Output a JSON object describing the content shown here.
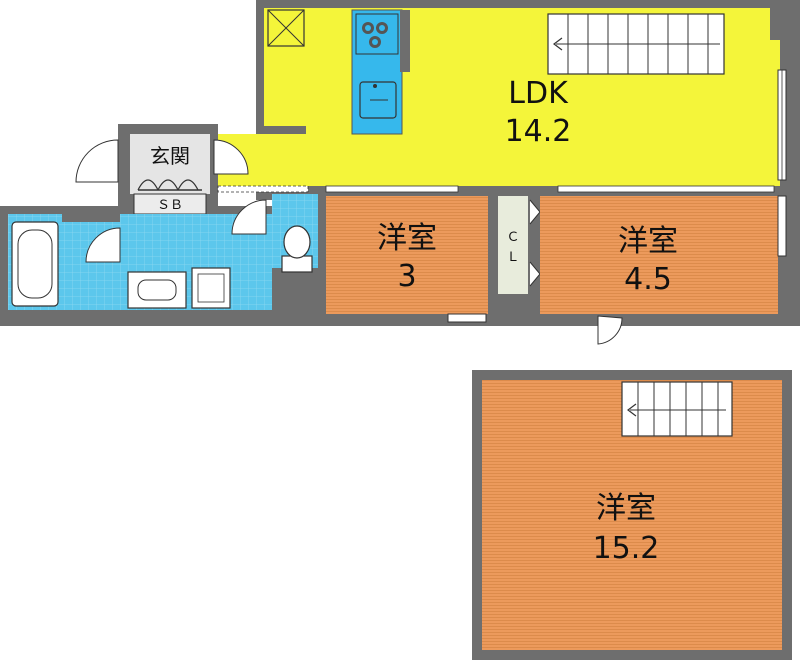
{
  "colors": {
    "wall": "#6e6e6e",
    "ldk": "#f4f53a",
    "bedroom": "#ec9a5c",
    "wet": "#5cc7ec",
    "entrance": "#e5e5e5",
    "closet": "#e8ecdc",
    "sb": "#ececec",
    "kitchen": "#36b8ec"
  },
  "rooms": {
    "ldk": {
      "name": "LDK",
      "size": "14.2"
    },
    "western3": {
      "name": "洋室",
      "size": "3"
    },
    "western45": {
      "name": "洋室",
      "size": "4.5"
    },
    "western152": {
      "name": "洋室",
      "size": "15.2"
    },
    "entrance": {
      "name": "玄関"
    },
    "shoebox": {
      "name": "ＳＢ"
    },
    "closet": {
      "line1": "Ｃ",
      "line2": "Ｌ"
    }
  }
}
